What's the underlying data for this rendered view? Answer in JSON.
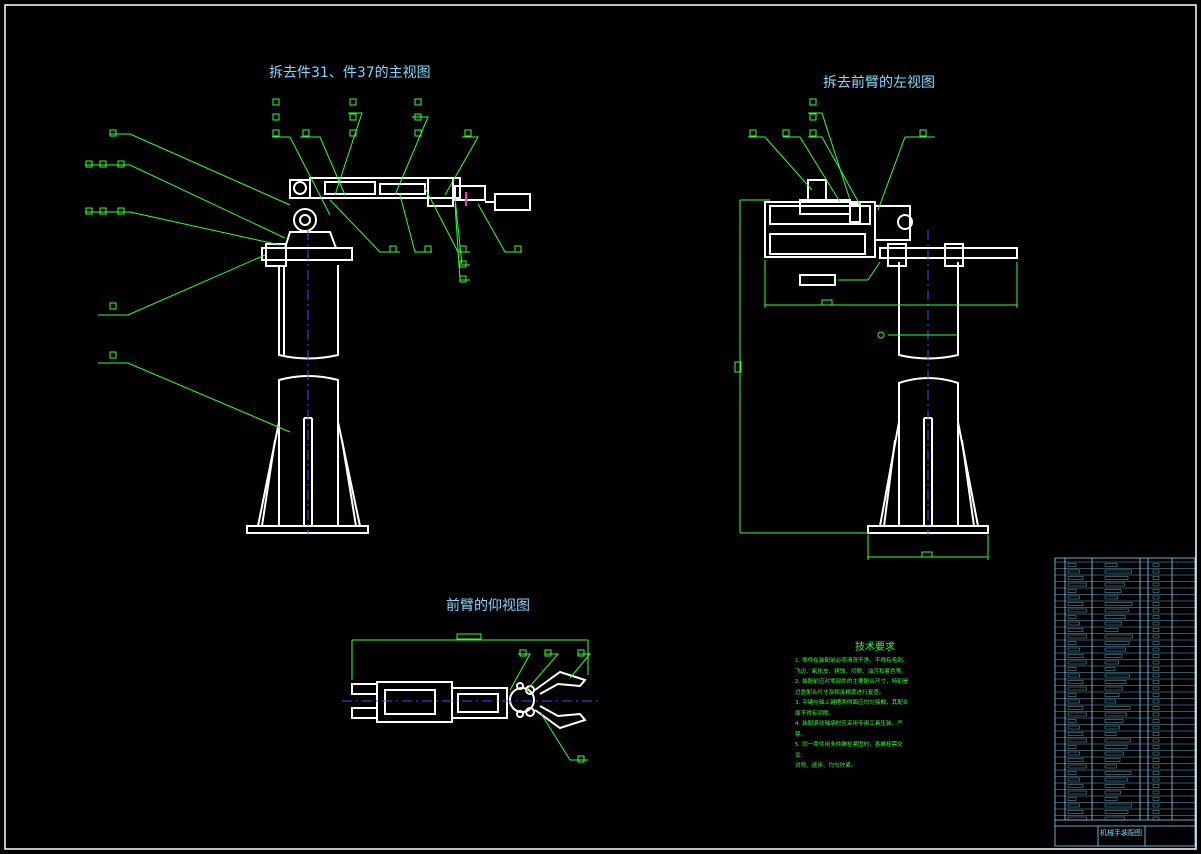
{
  "views": {
    "front_view_title": "拆去件31、件37的主视图",
    "left_view_title": "拆去前臂的左视图",
    "bottom_view_title": "前臂的仰视图"
  },
  "technical_requirements": {
    "heading": "技术要求",
    "lines": [
      "1. 零件在装配前必须清洗干净，不得有毛刺、",
      "   飞边、氧化皮、锈蚀、切屑、油污和着色等。",
      "2. 装配前应对零部件的主要配合尺寸，特别是",
      "   过盈配合尺寸及相关精度进行复查。",
      "3. 平键与轴上键槽两侧面应均匀接触，其配合",
      "   面不得有间隙。",
      "4. 装配滚动轴承时应采用专用工具压装，严",
      "   禁。",
      "5. 同一零件用多件螺栓紧固时，各螺栓需交",
      "   叉、",
      "   对称、逐步、均匀拧紧。"
    ]
  },
  "title_block": {
    "drawing_name": "机械手装配图"
  },
  "colors": {
    "background": "#000000",
    "outline": "#ffffff",
    "leader": "#33ff33",
    "dimension": "#33ff33",
    "centerline": "#3355ff",
    "title_text": "#7fd8ff",
    "highlight": "#ff33cc"
  }
}
